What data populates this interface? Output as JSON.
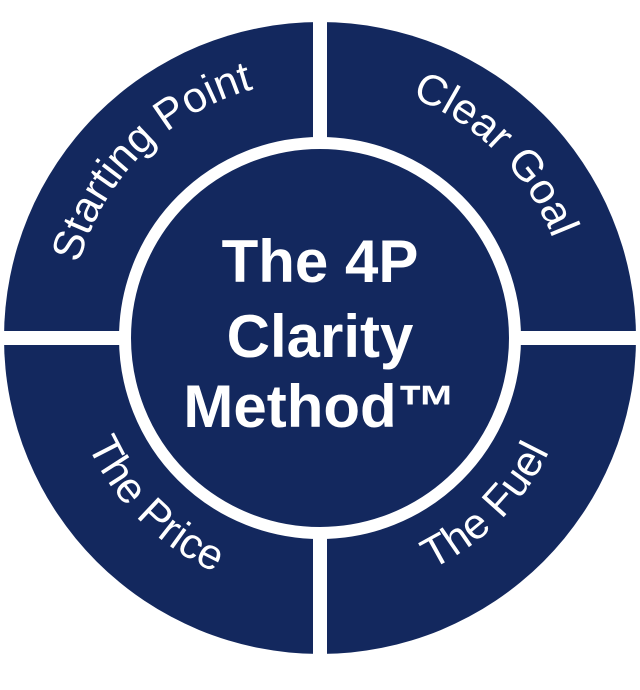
{
  "colors": {
    "fill": "#13285e",
    "line": "#ffffff",
    "background": "#ffffff",
    "text": "#ffffff"
  },
  "center": {
    "line1": "The 4P",
    "line2": "Clarity",
    "line3": "Method™"
  },
  "segments": {
    "top_left": "Starting Point",
    "top_right": "Clear Goal",
    "bottom_left": "The Price",
    "bottom_right": "The Fuel"
  }
}
